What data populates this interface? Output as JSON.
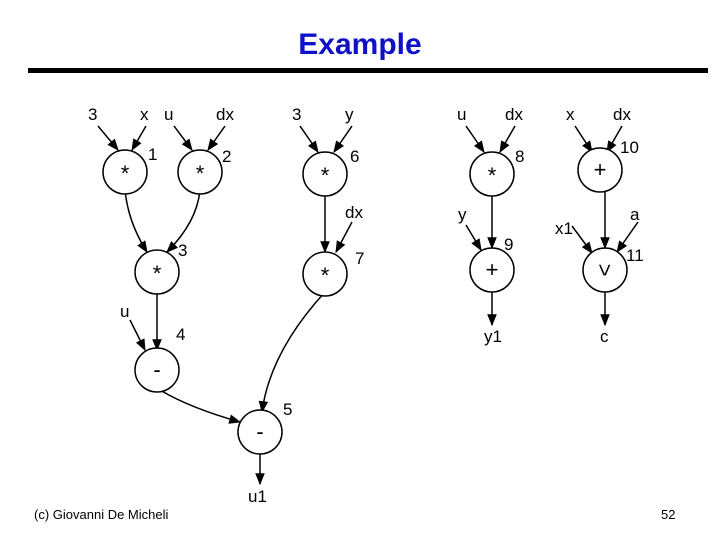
{
  "title": "Example",
  "footer": {
    "credit": "(c) Giovanni De Micheli",
    "page": "52"
  },
  "graph": {
    "inputs": {
      "in_3a": "3",
      "in_x": "x",
      "in_u": "u",
      "in_dx1": "dx",
      "in_3b": "3",
      "in_y": "y",
      "in_u2": "u",
      "in_dx2": "dx",
      "in_x2": "x",
      "in_dx3": "dx",
      "in_dx4": "dx",
      "in_u3": "u",
      "in_y2": "y",
      "in_x1": "x1",
      "in_a": "a"
    },
    "outputs": {
      "out_u1": "u1",
      "out_y1": "y1",
      "out_c": "c"
    },
    "nodes": [
      {
        "id": "n1",
        "op": "*",
        "label": "1"
      },
      {
        "id": "n2",
        "op": "*",
        "label": "2"
      },
      {
        "id": "n3",
        "op": "*",
        "label": "3"
      },
      {
        "id": "n4",
        "op": "-",
        "label": "4"
      },
      {
        "id": "n5",
        "op": "-",
        "label": "5"
      },
      {
        "id": "n6",
        "op": "*",
        "label": "6"
      },
      {
        "id": "n7",
        "op": "*",
        "label": "7"
      },
      {
        "id": "n8",
        "op": "*",
        "label": "8"
      },
      {
        "id": "n9",
        "op": "+",
        "label": "9"
      },
      {
        "id": "n10",
        "op": "+",
        "label": "10"
      },
      {
        "id": "n11",
        "op": "<",
        "label": "11"
      }
    ]
  }
}
